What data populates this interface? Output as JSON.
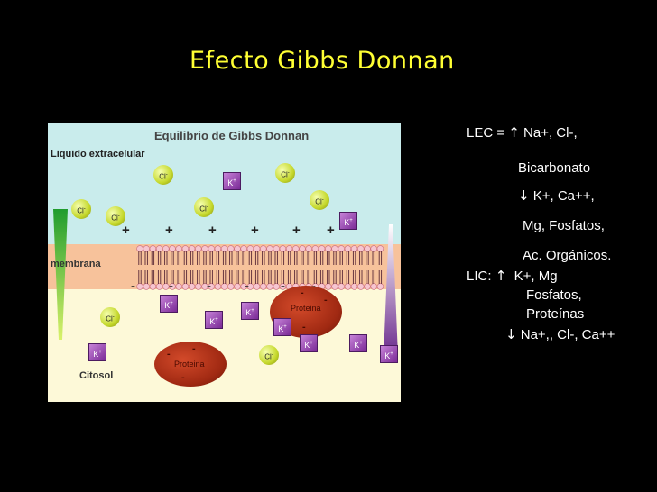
{
  "title": "Efecto Gibbs Donnan",
  "diagram": {
    "title": "Equilibrio de Gibbs Donnan",
    "extracellular_label": "Liquido extracelular",
    "membrane_label": "membrana",
    "cytosol_label": "Citosol",
    "cl_ion": "Cl",
    "k_ion": "K",
    "protein_label": "Proteina",
    "plus": "+",
    "minus": "-"
  },
  "legend": {
    "lec_prefix": "LEC =",
    "arrow_up": "↑",
    "arrow_down": "↓",
    "lec_up_1": "Na+, Cl-,",
    "lec_up_2": "Bicarbonato",
    "lec_down_1": "K+, Ca++,",
    "lec_down_2": "Mg, Fosfatos,",
    "lec_down_3": "Ac. Orgánicos.",
    "lic_prefix": "LIC:",
    "lic_up_1": "K+,  Mg",
    "lic_up_2": "Fosfatos,",
    "lic_up_3": "Proteínas",
    "lic_down_1": "Na+,, Cl-, Ca++"
  }
}
